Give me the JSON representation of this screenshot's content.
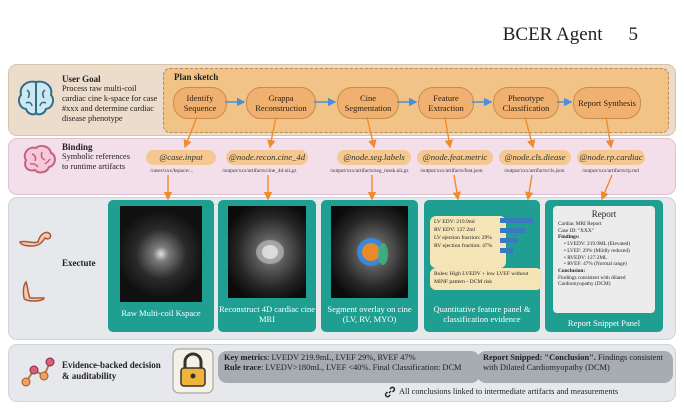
{
  "header": {
    "title": "BCER Agent",
    "page": "5"
  },
  "goal": {
    "label": "User Goal",
    "text": "Process raw multi-coil cardiac cine k-space for case #xxx and determine cardiac disease phenotype",
    "icon": "brain-icon"
  },
  "plan": {
    "label": "Plan sketch",
    "steps": [
      "Identify Sequence",
      "Grappa Reconstruction",
      "Cine Segmentation",
      "Feature Extraction",
      "Phenotype Classification",
      "Report Synthesis"
    ]
  },
  "binding": {
    "label": "Binding",
    "text": "Symbolic references to runtime artifacts",
    "nodes": [
      "@case.input",
      "@node.recon.cine_4d",
      "@node.seg.labels",
      "@node.feat.metric",
      "@node.cls.diease",
      "@node.rp.cardiac"
    ],
    "paths": [
      "/cases/xxx/kspace/...",
      "/output/xxx/artifacts/cine_4d.nii.gz",
      "/output/xxx/artifacts/seg_mask.nii.gz",
      "/output/xxx/artifacts/feat.json",
      "/output/xxx/artifacts/cls.json",
      "/output/xxx/artifacts/rp.md"
    ]
  },
  "execute": {
    "label": "Exectute",
    "captions": [
      "Raw Multi-coil Kspace",
      "Reconstruct 4D cardiac cine MRI",
      "Segment overlay on cine (LV, RV, MYO)",
      "Quantitative feature panel & classification evidence",
      "Report Snippet Panel"
    ],
    "features": [
      "LV EDV: 219.9ml",
      "RV EDV: 127.2ml",
      "LV ejection fraction: 29%",
      "RV ejection fraction: 47%"
    ],
    "rules": "Rules: High LVEDV + low LVEF without MINF pattern - DCM risk",
    "feature_bars": [
      0.55,
      0.42,
      0.3,
      0.22
    ]
  },
  "report": {
    "title": "Report",
    "subtitle": "Cardiac MRI Report",
    "case_id": "Case ID: \"XXX\"",
    "findings_label": "Findings:",
    "findings": [
      "LVEDV: 219.9ML (Elevated)",
      "LVEF: 29% (Mildly reduced)",
      "RVEDV: 127.2ML",
      "RVEF: 47% (Normal range)"
    ],
    "conclusion_label": "Conclusion:",
    "conclusion": "Findings consistent with dilated Cardiomyopathy (DCM)"
  },
  "evidence": {
    "label": "Evidence-backed decision & auditability",
    "key_metrics_label": "Key metrics",
    "key_metrics": ": LVEDV 219.9mL, LVEF 29%, RVEF 47%",
    "rule_trace_label": "Rule trace",
    "rule_trace": ": LVEDV>180mL, LVEF <40%. Final Classification: DCM",
    "report_label": "Report Snipped: \"Conclusion\".",
    "report_text": " Findings consistent with Dilated Cardiomyopathy (DCM)",
    "footer": "All conclusions linked to intermediate artifacts and measurements"
  },
  "colors": {
    "teal": "#1f9e92",
    "arrow": "#f08a2a",
    "blue_arrow": "#4a8fd8",
    "pill": "#f0b070"
  }
}
